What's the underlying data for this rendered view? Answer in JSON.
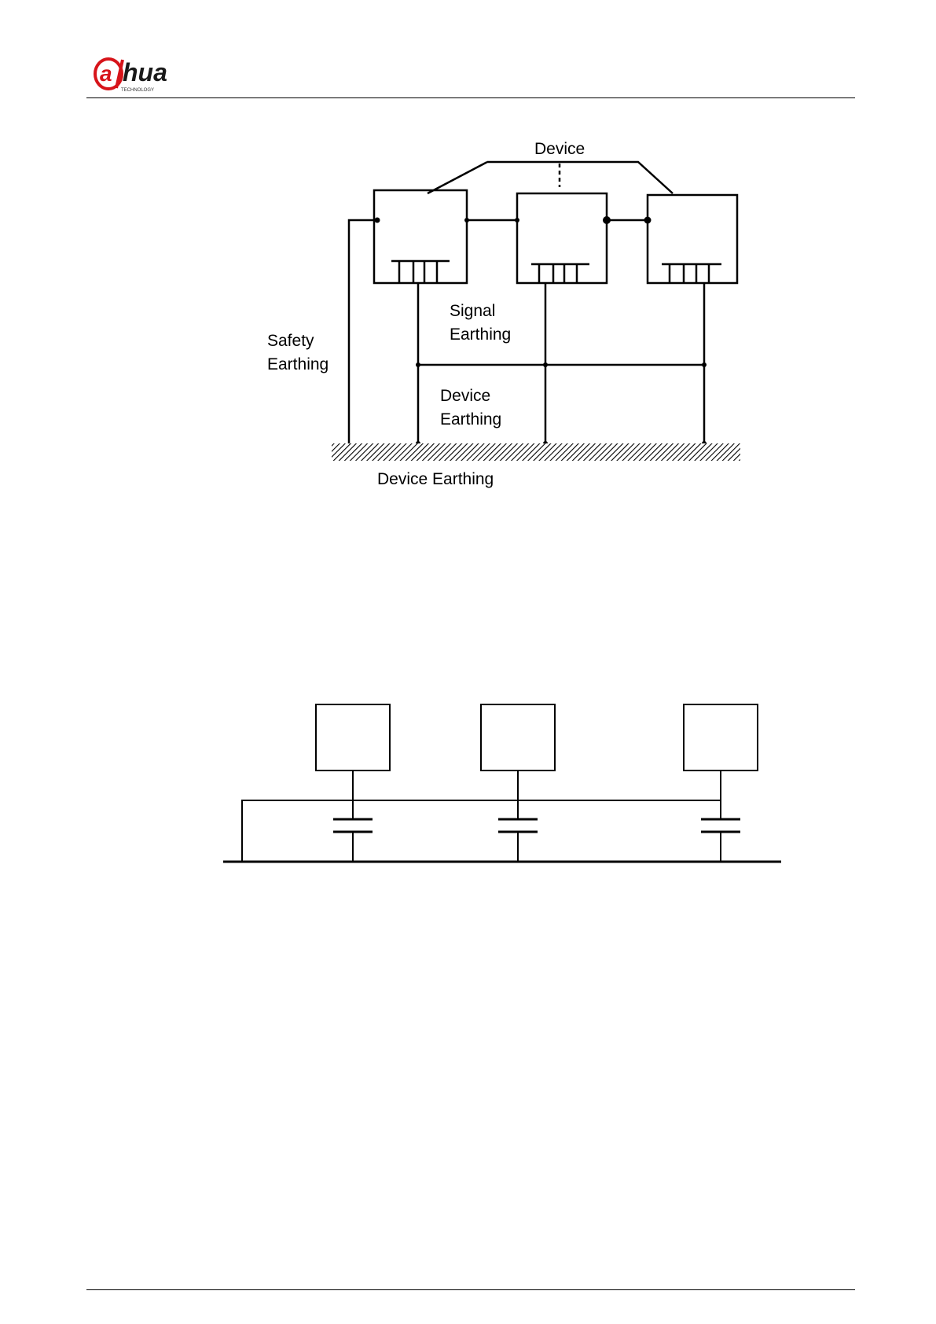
{
  "header": {
    "logo_text": "alhua",
    "logo_subtext": "TECHNOLOGY"
  },
  "figure1": {
    "label_device": "Device",
    "label_signal_earthing_1": "Signal",
    "label_signal_earthing_2": "Earthing",
    "label_safety_earthing_1": "Safety",
    "label_safety_earthing_2": "Earthing",
    "label_device_earthing_1": "Device",
    "label_device_earthing_2": "Earthing",
    "label_ground": "Device Earthing"
  }
}
